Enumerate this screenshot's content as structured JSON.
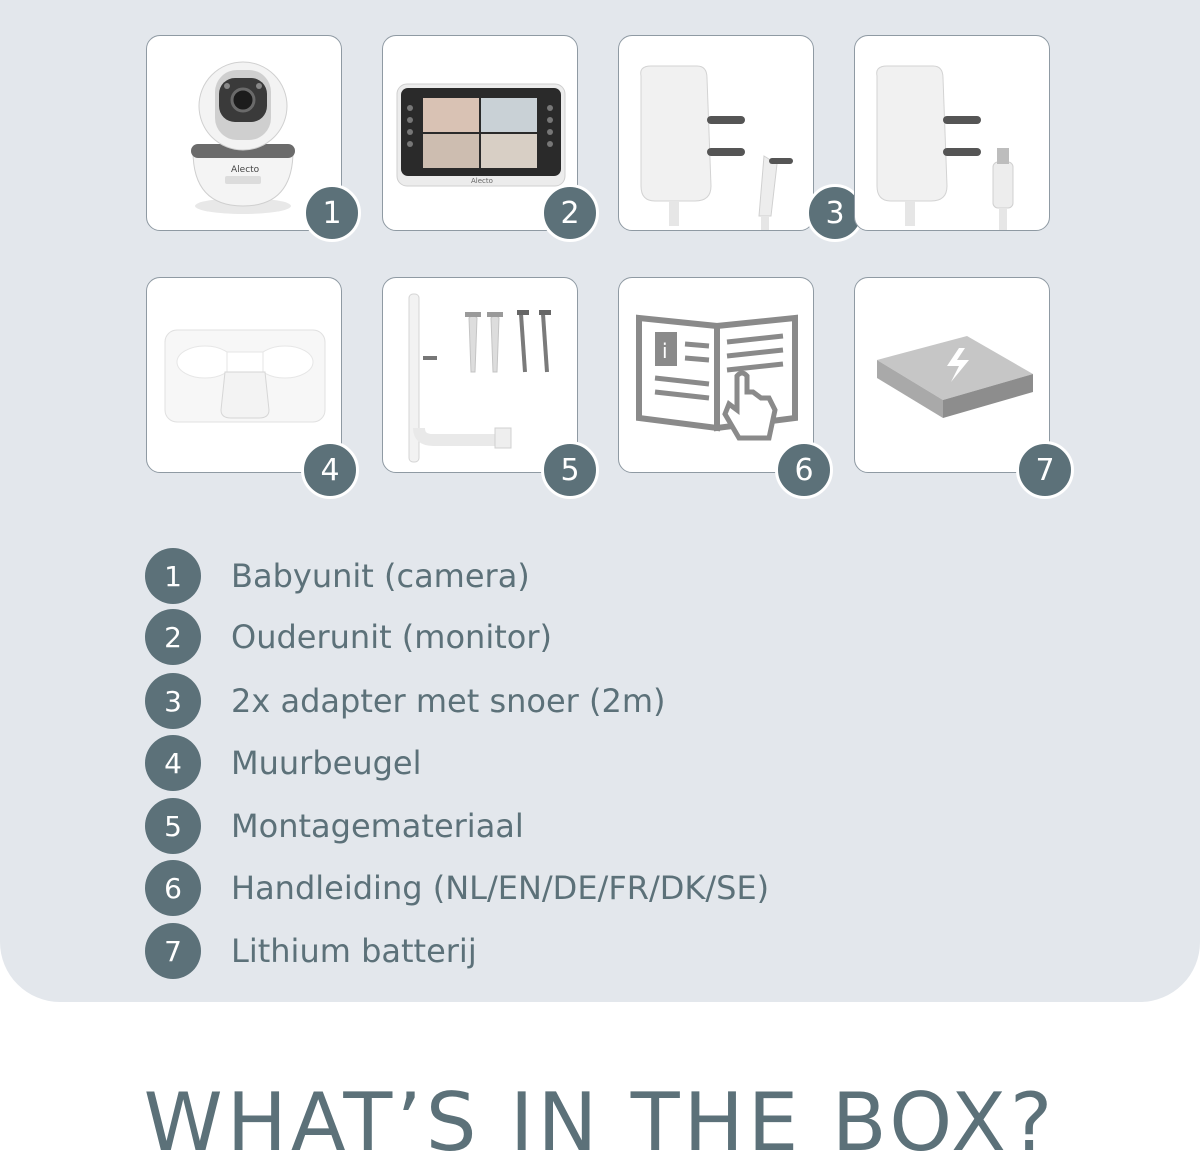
{
  "items": [
    {
      "num": "1",
      "label": "Babyunit (camera)"
    },
    {
      "num": "2",
      "label": "Ouderunit (monitor)"
    },
    {
      "num": "3",
      "label": "2x adapter met snoer (2m)"
    },
    {
      "num": "4",
      "label": "Muurbeugel"
    },
    {
      "num": "5",
      "label": "Montagemateriaal"
    },
    {
      "num": "6",
      "label": "Handleiding (NL/EN/DE/FR/DK/SE)"
    },
    {
      "num": "7",
      "label": "Lithium batterij"
    }
  ],
  "camera_brand": "Alecto",
  "monitor_brand": "Alecto",
  "headline": "WHAT’S IN THE BOX?",
  "colors": {
    "panel": "#e3e7ec",
    "accent": "#5c7179",
    "tile_border": "#8f9aa3"
  },
  "icons": [
    "baby-camera-icon",
    "parent-monitor-icon",
    "power-adapter-icon",
    "wall-bracket-icon",
    "mounting-screws-icon",
    "manual-book-icon",
    "battery-icon"
  ]
}
